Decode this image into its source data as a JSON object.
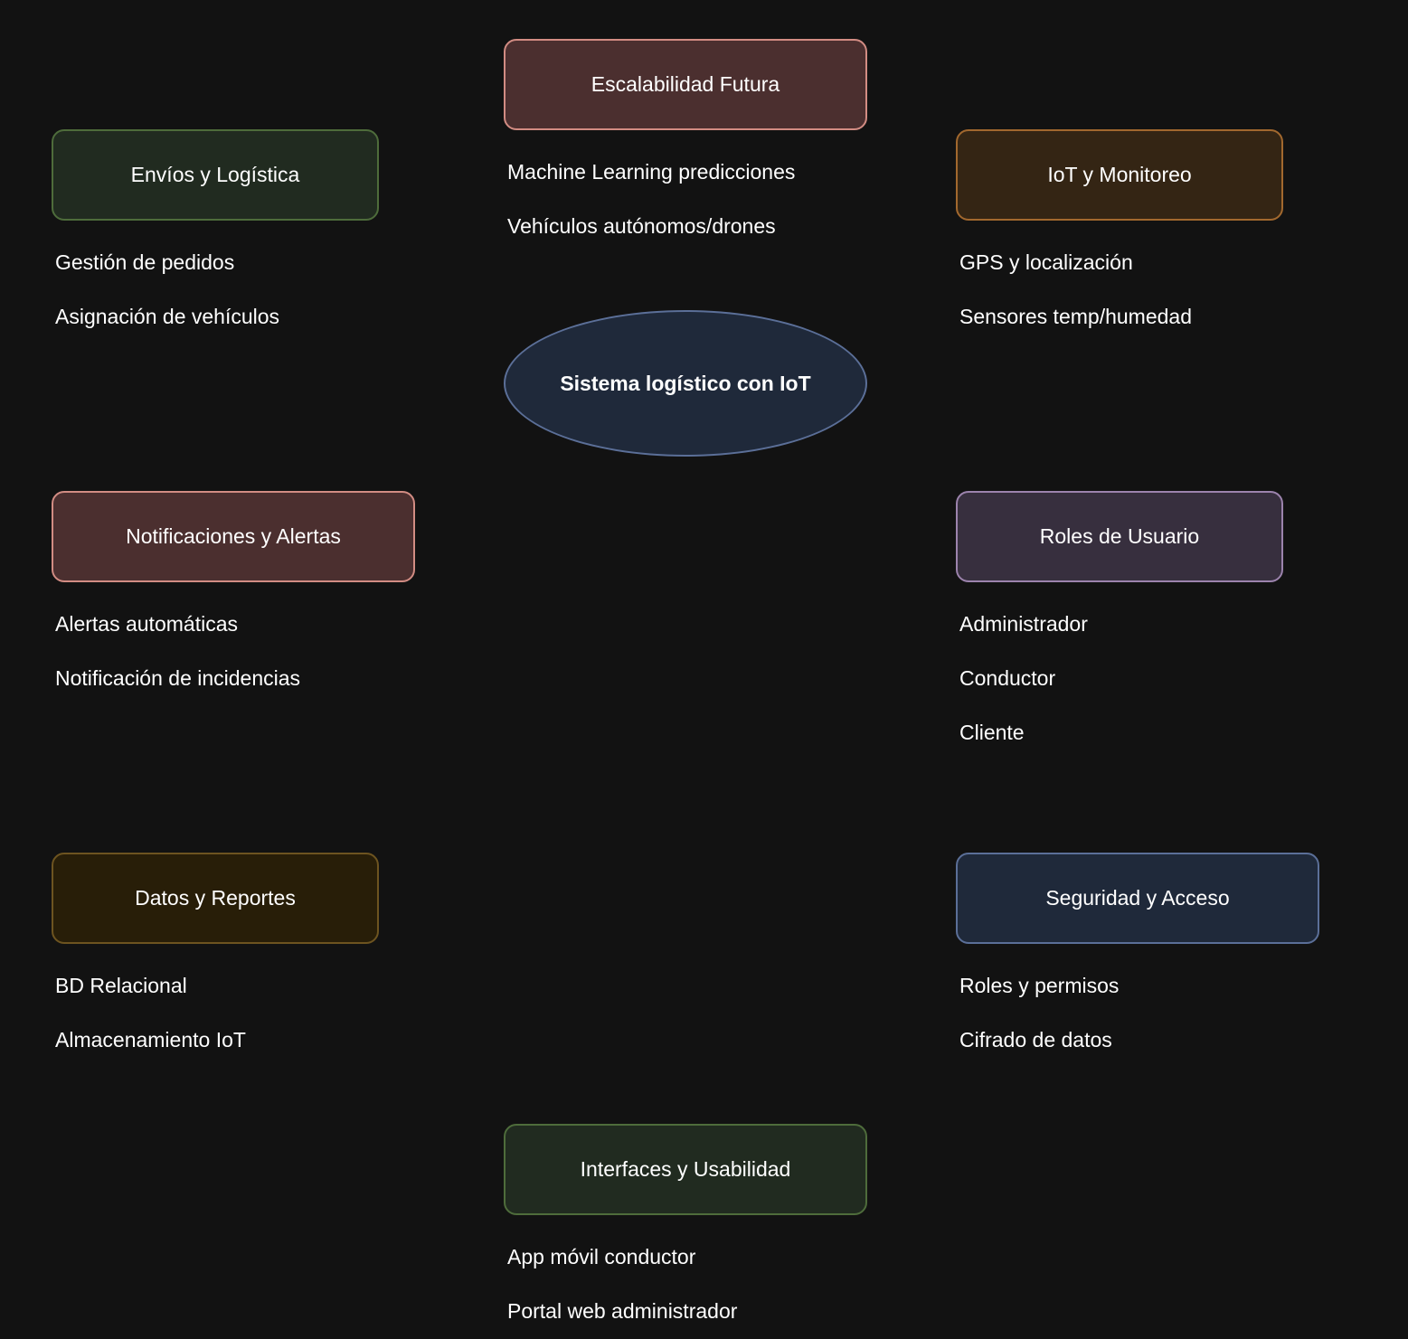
{
  "center": {
    "label": "Sistema logístico con IoT"
  },
  "escalabilidad": {
    "title": "Escalabilidad Futura",
    "items": [
      "Machine Learning predicciones",
      "Vehículos autónomos/drones"
    ]
  },
  "envios": {
    "title": "Envíos y Logística",
    "items": [
      "Gestión de pedidos",
      "Asignación de vehículos"
    ]
  },
  "iot": {
    "title": "IoT y Monitoreo",
    "items": [
      "GPS y localización",
      "Sensores temp/humedad"
    ]
  },
  "notificaciones": {
    "title": "Notificaciones y Alertas",
    "items": [
      "Alertas automáticas",
      "Notificación de incidencias"
    ]
  },
  "roles": {
    "title": "Roles de Usuario",
    "items": [
      "Administrador",
      "Conductor",
      "Cliente"
    ]
  },
  "datos": {
    "title": "Datos y Reportes",
    "items": [
      "BD Relacional",
      "Almacenamiento IoT"
    ]
  },
  "seguridad": {
    "title": "Seguridad y Acceso",
    "items": [
      "Roles y permisos",
      "Cifrado de datos"
    ]
  },
  "interfaces": {
    "title": "Interfaces y Usabilidad",
    "items": [
      "App móvil conductor",
      "Portal web administrador"
    ]
  },
  "colors": {
    "background": "#121212",
    "green_fill": "#212b20",
    "red_fill": "#4b2f2f",
    "orange_fill": "#342514",
    "purple_fill": "#372f3e",
    "brown_fill": "#281e08",
    "blue_fill": "#1f293a"
  }
}
